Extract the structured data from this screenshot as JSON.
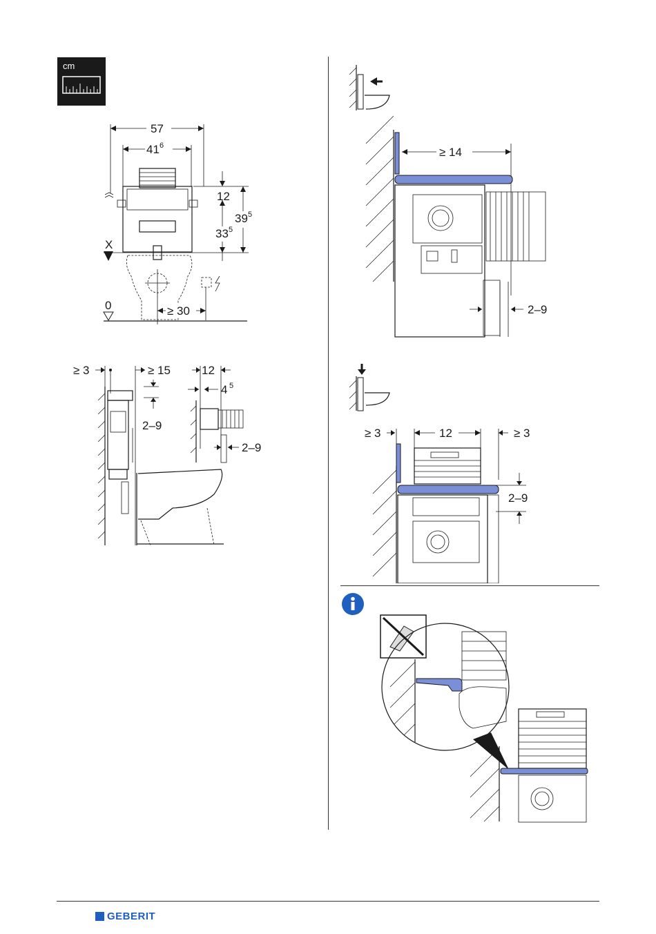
{
  "unit_badge": {
    "label": "cm"
  },
  "front_view": {
    "width_total": "57",
    "width_inner": "41",
    "width_inner_sup": "6",
    "top_offset": "12",
    "height_total": "39",
    "height_total_sup": "5",
    "height_lower": "33",
    "height_lower_sup": "5",
    "marker_x": "X",
    "marker_zero": "0",
    "side_distance": "≥ 30"
  },
  "side_views": {
    "wall_gap": "≥ 3",
    "toilet_gap": "≥ 15",
    "depth": "12",
    "inset": "4",
    "inset_sup": "5",
    "panel_range_a": "2–9",
    "panel_range_b": "2–9"
  },
  "top_right": {
    "min_distance": "≥ 14",
    "panel_range": "2–9"
  },
  "mid_right": {
    "left_gap": "≥ 3",
    "width": "12",
    "right_gap": "≥ 3",
    "panel_range": "2–9"
  },
  "footer": {
    "brand": "GEBERIT"
  }
}
